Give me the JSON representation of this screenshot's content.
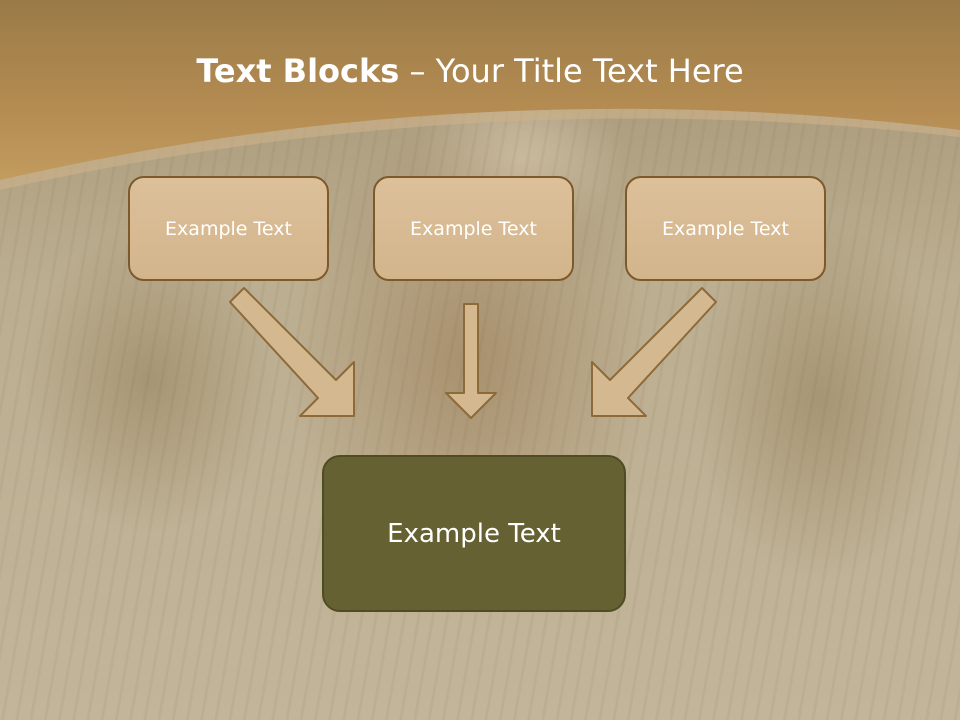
{
  "slide": {
    "title_bold": "Text Blocks",
    "title_separator": " – ",
    "title_rest": "Your Title Text Here",
    "blocks": [
      {
        "label": "Example Text"
      },
      {
        "label": "Example Text"
      },
      {
        "label": "Example Text"
      }
    ],
    "result_block": {
      "label": "Example Text"
    }
  },
  "colors": {
    "header_band": "#b08a52",
    "box_fill": "#d7ba92",
    "box_border": "#7d5a2c",
    "result_fill": "#656132",
    "arrow_fill": "#d4b990"
  },
  "icons": [
    "arrow-down-right-icon",
    "arrow-down-icon",
    "arrow-down-left-icon"
  ]
}
